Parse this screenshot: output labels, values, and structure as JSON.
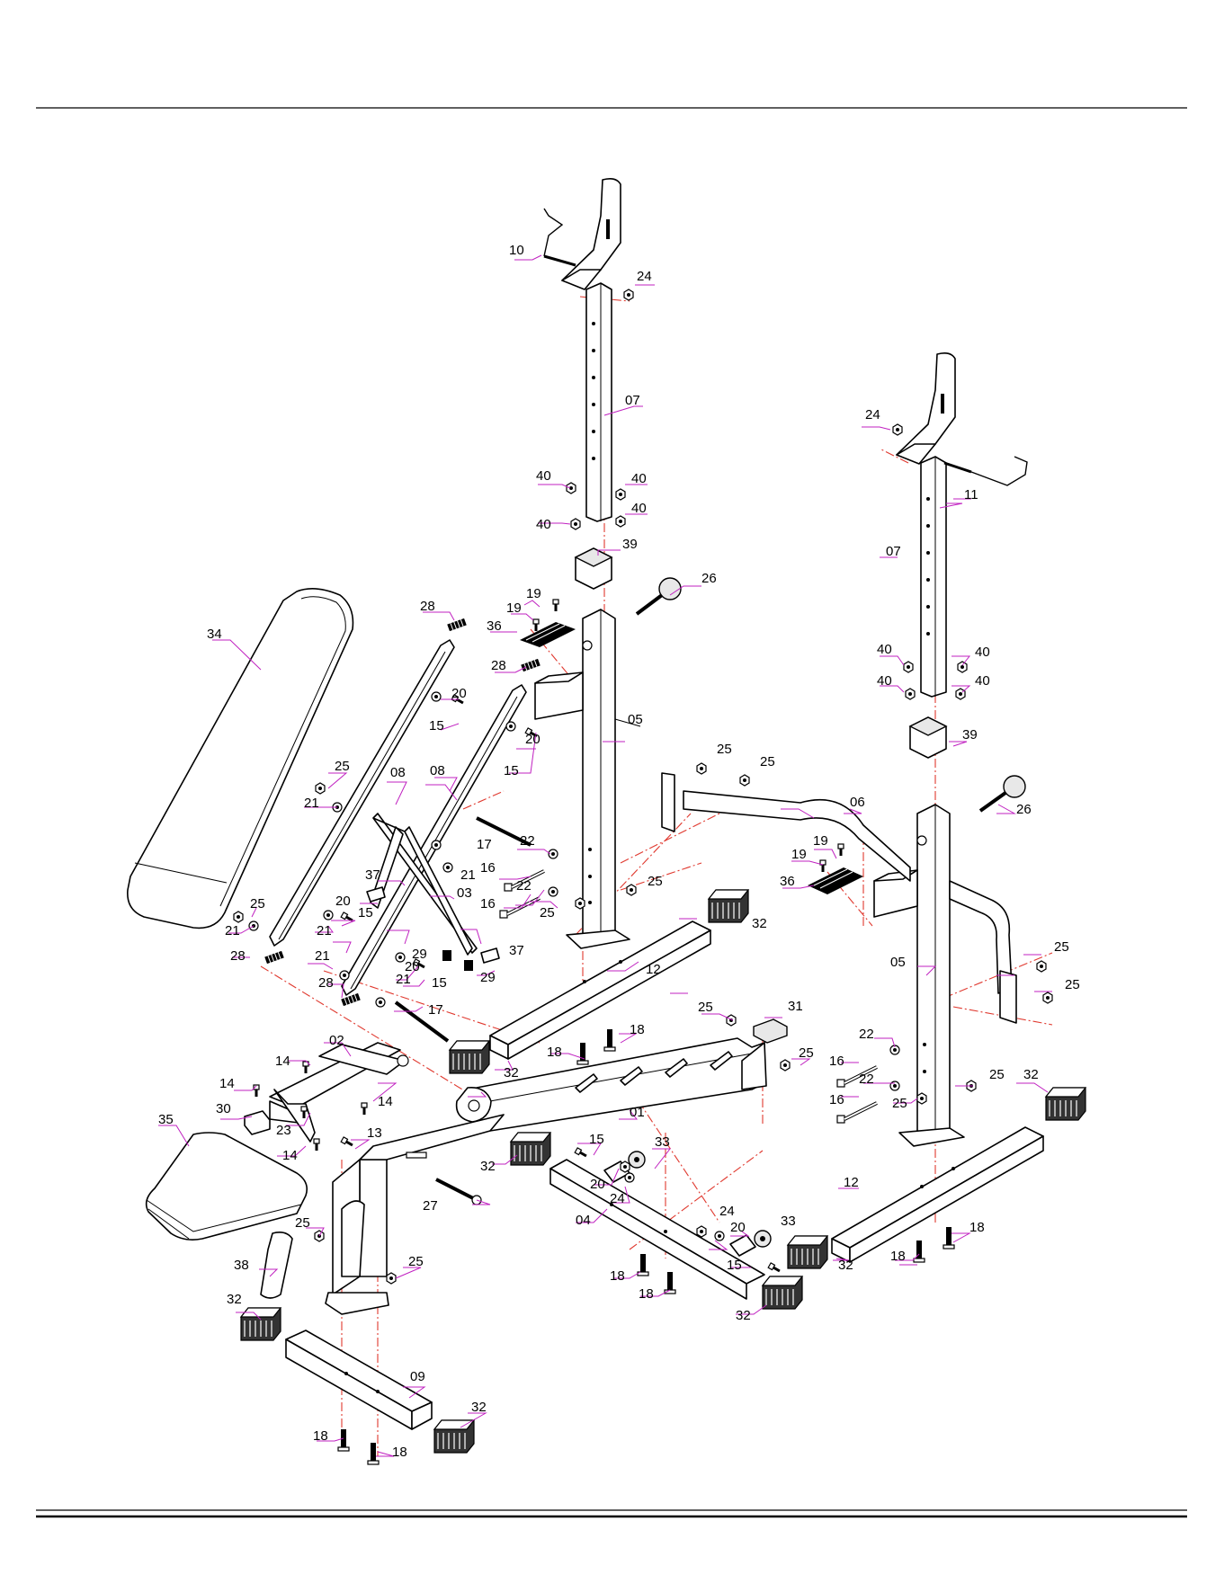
{
  "diagram": {
    "type": "exploded-assembly",
    "part_labels": [
      "01",
      "02",
      "03",
      "04",
      "05",
      "06",
      "07",
      "08",
      "09",
      "10",
      "11",
      "12",
      "13",
      "14",
      "15",
      "16",
      "17",
      "18",
      "19",
      "20",
      "21",
      "22",
      "23",
      "24",
      "25",
      "26",
      "27",
      "28",
      "29",
      "30",
      "31",
      "32",
      "33",
      "34",
      "35",
      "36",
      "37",
      "38",
      "39",
      "40"
    ],
    "colors": {
      "outline": "#000000",
      "leader_line": "#c020c0",
      "assembly_axis": "#e0392f"
    }
  }
}
